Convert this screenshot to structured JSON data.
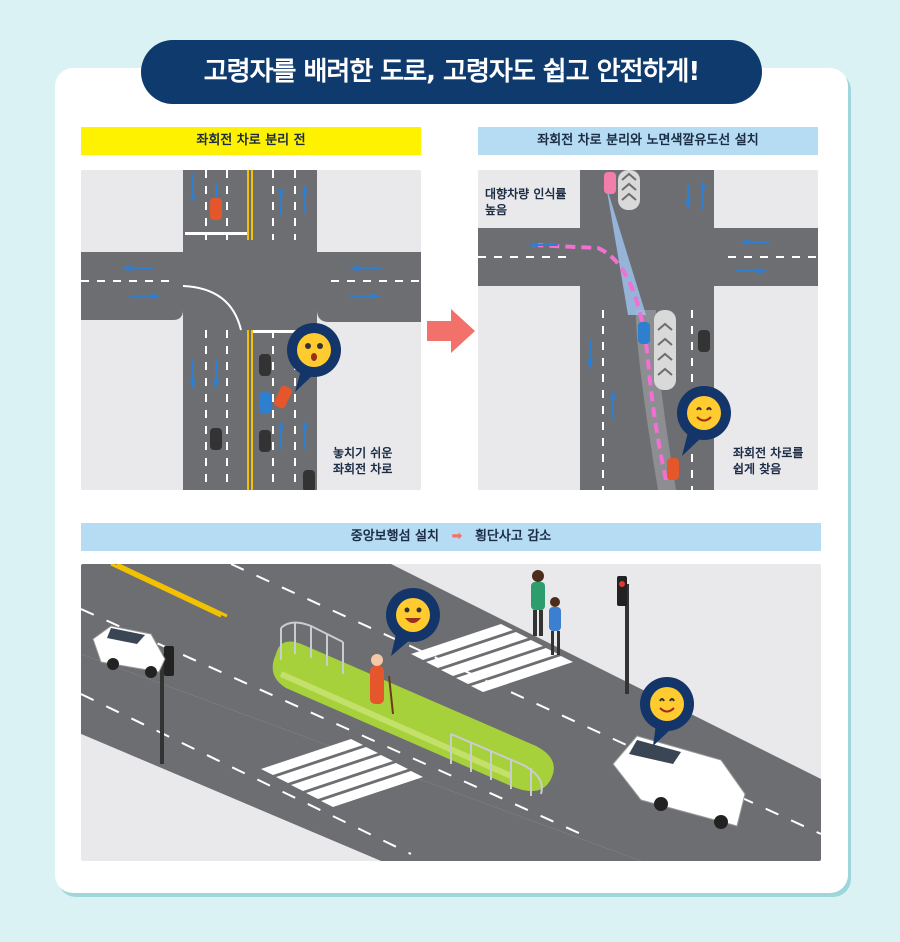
{
  "title": "고령자를 배려한 도로, 고령자도 쉽고 안전하게!",
  "panel_before": {
    "label": "좌회전 차로 분리 전",
    "note_line1": "놓치기 쉬운",
    "note_line2": "좌회전 차로"
  },
  "panel_after": {
    "label": "좌회전 차로 분리와 노면색깔유도선 설치",
    "note_top_line1": "대향차량 인식률",
    "note_top_line2": "높음",
    "note_bottom_line1": "좌회전 차로를",
    "note_bottom_line2": "쉽게 찾음"
  },
  "bottom": {
    "label_left": "중앙보행섬 설치",
    "label_right": "횡단사고 감소"
  },
  "colors": {
    "title_bg": "#0e3a6e",
    "label_before_bg": "#fff200",
    "label_after_bg": "#b5dcf2",
    "arrow": "#f2716b",
    "island": "#a6d13b",
    "guide_line": "#f36fd2"
  }
}
